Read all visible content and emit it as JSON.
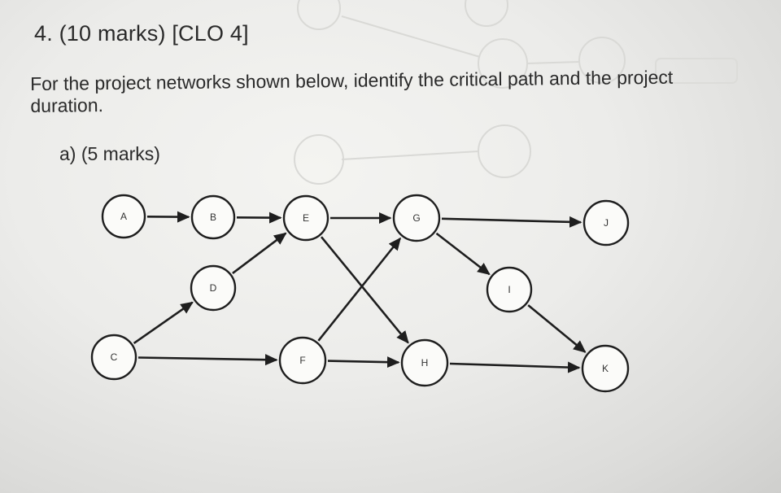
{
  "question": {
    "header": "4. (10 marks) [CLO 4]",
    "prompt_line1": "For the project networks shown below, identify the critical path and the project",
    "prompt_line2": "duration.",
    "part_a": "a)  (5 marks)"
  },
  "network": {
    "nodes": [
      {
        "id": "A",
        "label": "A"
      },
      {
        "id": "B",
        "label": "B"
      },
      {
        "id": "E",
        "label": "E"
      },
      {
        "id": "G",
        "label": "G"
      },
      {
        "id": "J",
        "label": "J"
      },
      {
        "id": "D",
        "label": "D"
      },
      {
        "id": "I",
        "label": "I"
      },
      {
        "id": "C",
        "label": "C"
      },
      {
        "id": "F",
        "label": "F"
      },
      {
        "id": "H",
        "label": "H"
      },
      {
        "id": "K",
        "label": "K"
      }
    ],
    "edges": [
      {
        "from": "A",
        "to": "B"
      },
      {
        "from": "B",
        "to": "E"
      },
      {
        "from": "D",
        "to": "E"
      },
      {
        "from": "C",
        "to": "D"
      },
      {
        "from": "C",
        "to": "F"
      },
      {
        "from": "E",
        "to": "G"
      },
      {
        "from": "E",
        "to": "H"
      },
      {
        "from": "F",
        "to": "G"
      },
      {
        "from": "F",
        "to": "H"
      },
      {
        "from": "G",
        "to": "J"
      },
      {
        "from": "G",
        "to": "I"
      },
      {
        "from": "I",
        "to": "K"
      },
      {
        "from": "H",
        "to": "K"
      }
    ]
  }
}
